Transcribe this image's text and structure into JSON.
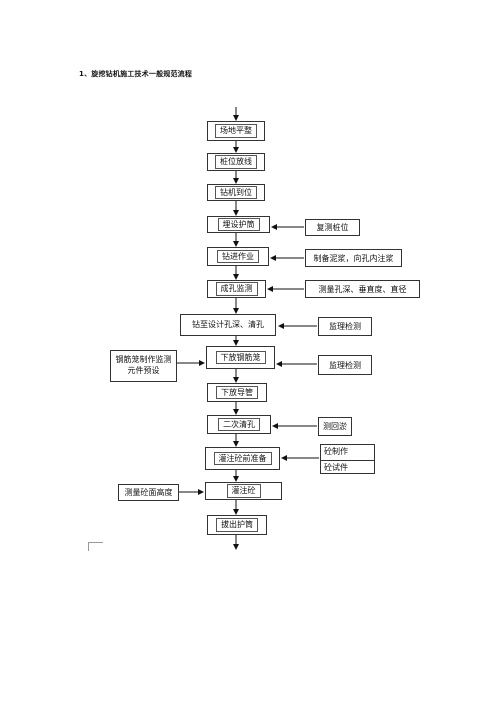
{
  "heading": "1、旋挖钻机施工技术一般规范流程",
  "main_steps": [
    "场地平整",
    "桩位放线",
    "钻机到位",
    "埋设护筒",
    "钻进作业",
    "成孔监测",
    "钻至设计孔深、清孔",
    "下放钢筋笼",
    "下放导管",
    "二次清孔",
    "灌注砼前准备",
    "灌注砼",
    "拔出护筒"
  ],
  "side_notes": {
    "recheck_pile": "复测桩位",
    "mud_prep": "制备泥浆，向孔内注浆",
    "measure_hole": "测量孔深、垂直度、直径",
    "supervision_1": "监理检测",
    "rebar_cage": "钢筋笼制作监测元件预设",
    "supervision_2": "监理检测",
    "sediment": "测回淤",
    "concrete_make": "砼制作",
    "concrete_test": "砼试件",
    "pour_height": "测量砼面高度"
  }
}
